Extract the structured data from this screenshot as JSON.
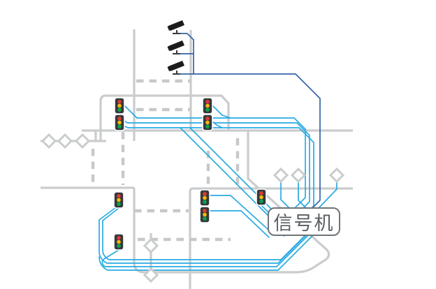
{
  "callout": {
    "text": "信号机"
  },
  "colors": {
    "background": "#ffffff",
    "road": "#cacccd",
    "lane_dash": "#c6c8ca",
    "signal_cable": "#29abe2",
    "camera_cable": "#3464a8",
    "light_red": "#e03a2f",
    "light_yellow": "#f7b80c",
    "light_green": "#0ca24d",
    "light_body": "#35393d",
    "camera_body": "#1c1c1c",
    "detector_fill": "#ffffff",
    "callout_border": "#6e7478",
    "callout_text": "#585d61"
  },
  "icons": {
    "cameras": {
      "name": "cctv-camera-icon",
      "count": 3
    },
    "traffic_lights": {
      "name": "traffic-light-icon",
      "count": 9
    },
    "detectors": {
      "name": "detector-diamond-icon",
      "count": 8
    }
  }
}
